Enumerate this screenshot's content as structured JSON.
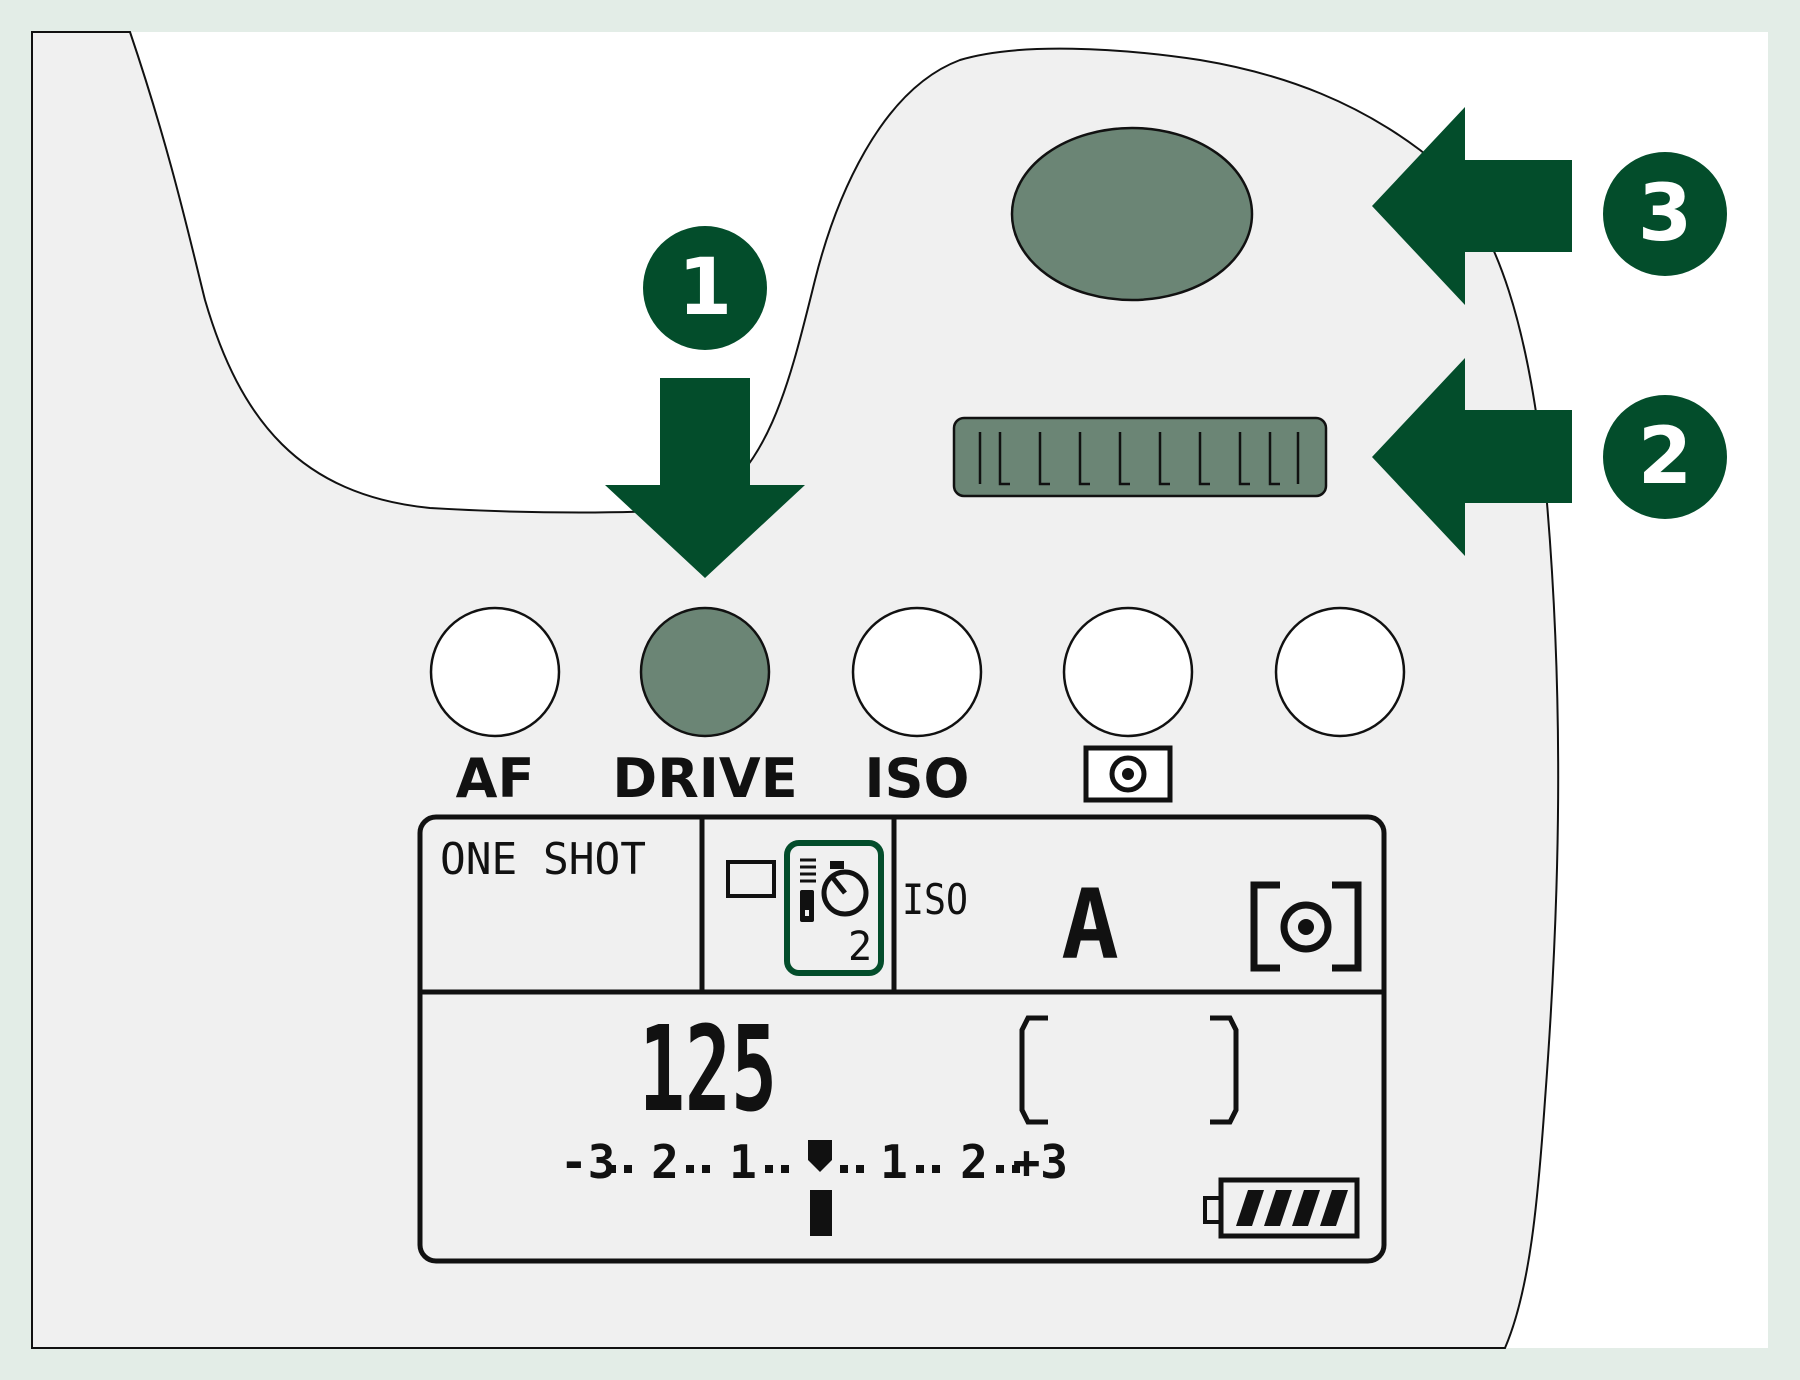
{
  "colors": {
    "frame": "#e3ede7",
    "body": "#f0f0f0",
    "accent": "#034d2b",
    "control_fill": "#6b8575",
    "stroke": "#111111"
  },
  "callouts": [
    {
      "number": "1"
    },
    {
      "number": "2"
    },
    {
      "number": "3"
    }
  ],
  "buttons": [
    {
      "label": "AF",
      "highlighted": false
    },
    {
      "label": "DRIVE",
      "highlighted": true
    },
    {
      "label": "ISO",
      "highlighted": false
    },
    {
      "label": "",
      "icon": "metering-icon",
      "highlighted": false
    },
    {
      "label": "",
      "highlighted": false
    }
  ],
  "lcd": {
    "af_mode": "ONE SHOT",
    "drive_selected_icon": "self-timer-remote-icon",
    "drive_timer_value": "2",
    "iso_label": "ISO",
    "iso_value": "A",
    "shutter_speed": "125",
    "exposure_scale": {
      "min_label": "-3",
      "labels": [
        "2",
        "1",
        "1",
        "2"
      ],
      "max_label": "+3"
    },
    "battery_level": 1.0
  }
}
